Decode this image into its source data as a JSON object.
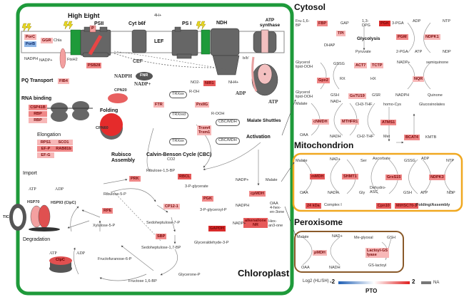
{
  "compartments": {
    "chloroplast": "Chloroplast",
    "cytosol": "Cytosol",
    "mitochondrion": "Mitochondrion",
    "peroxisome": "Peroxisome"
  },
  "colors": {
    "chloroplast_border": "#1e9a3a",
    "mitochondrion_border": "#f0a820",
    "peroxisome_border": "#8a5a2a",
    "low": "#1f5fb5",
    "high": "#e02020",
    "na": "#777777"
  },
  "chloroplast": {
    "high_light": "High Light",
    "membrane": {
      "psii": "PSII",
      "cytb6f": "Cyt b6f",
      "lef": "LEF",
      "psi": "PS I",
      "ndh": "NDH",
      "atp_synthase": "ATP synthase",
      "cef": "CEF",
      "bb": "b/b'",
      "h_plus_1": "4H+",
      "h_plus_2": "4H+",
      "p_label": "P",
      "d1_label": "D1"
    },
    "proteins": {
      "porc": "PorC",
      "porb": "PorB",
      "ggr": "GGR",
      "chla": "Chla",
      "ftsh2": "FtsH2",
      "psb28": "PSB28",
      "fib4": "FIB4",
      "fnr": "FNR",
      "nir1": "NIR1",
      "ftr": "FTR",
      "prxiig": "PrxIIG",
      "trxm4_trxm1": "Trxm4\nTrxm1",
      "cpmdh": "cpMDH",
      "alkenal_nr": "alkenal/one\nNR",
      "rbcl": "RBCL",
      "prk": "PRK",
      "pgk": "PGK",
      "cp12": "CP12-1",
      "rpe": "RPE",
      "sbp": "SBP",
      "gapdh": "GAPDH",
      "cpn20": "CPN20",
      "cpn60": "CPN60",
      "hsp70": "HSP70",
      "hsp93": "HSP93 (ClpC)",
      "clpc": "ClpC",
      "tic": "TIC"
    },
    "labels": {
      "pq_transport": "PQ Transport",
      "rna_binding": "RNA binding",
      "rna_boxes": [
        "CSP41B",
        "RBP",
        "RBP"
      ],
      "elongation": "Elongation",
      "elong_boxes": [
        "RPS1",
        "SCO1",
        "EF-P",
        "RAB81b",
        "EF-G"
      ],
      "folding": "Folding",
      "rubisco_assembly": "Rubisco Assembly",
      "import": "Import",
      "degradation": "Degradation",
      "cbc": "Calvin-Benson Cycle (CBC)",
      "activation": "Activation",
      "malate_shuttles": "Malate Shuttles",
      "nadph": "NADPH",
      "nadp": "NADP+",
      "adp": "ADP",
      "atp": "ATP",
      "no2": "NO2-",
      "nh4": "NH4+",
      "trx_ox1": "TRXox",
      "trx_red": "TRXred",
      "trx_ox2": "TRXox",
      "cbc_mdh1": "CBC/MDH",
      "cbc_mdh2": "CBC/MDH",
      "r_oh": "R-OH",
      "r_ooh": "R-OOH",
      "co2": "CO2",
      "rubp": "Ribulose-1,5-BP",
      "three_pg": "3-P-glycerate",
      "three_pgp": "3-P-glyceroyl-P",
      "g3p": "Glyceraldehyde-3-P",
      "ru5p": "Ribulose-5-P",
      "x5p": "Xylulose-5-P",
      "s7p": "Sedoheptulose-7-P",
      "sbp_met": "Sedoheptulose-1,7-BP",
      "f6p": "Fructofuranose-6-P",
      "fbp": "Fructose 1,6-BP",
      "glycerone": "Glycerone-P",
      "malate": "Malate",
      "oaa_hex": "OAA\n4-hex-\nen-3one",
      "hex3one": "Hex-\nan3-one",
      "nadph2": "NADPH",
      "nadp2": "NADP+"
    }
  },
  "cytosol": {
    "proteins": {
      "fbp": "FBP",
      "tpi": "TPI",
      "pgk": "PGK",
      "pgm": "PGM",
      "ndpk1": "NDPK1",
      "gpx2": "Gpx2",
      "act7": "ACT7",
      "tctp": "TCTP",
      "nqr": "NQR",
      "gstu19": "GsTU19",
      "cnmdh": "cNMDH",
      "mthfr1": "MTHFR1",
      "atms1": "ATMS1",
      "bcat4": "BCAT4"
    },
    "labels": {
      "fru16bp": "Fru-1,6-\nBP",
      "gap": "GAP",
      "dhap": "DHAP",
      "bpg": "1,3-\nDPG",
      "pga3": "3-PGA",
      "pga2": "2-PGA",
      "pyruvate": "Pyruvate",
      "glycolysis": "Glycolysis",
      "adp": "ADP",
      "ntp": "NTP",
      "atp": "ATP",
      "ndp": "NDP",
      "glyc_ooh": "Glycerol\nlipid-OOH",
      "gssg": "GSSG",
      "rx": "RX",
      "hx": "HX",
      "gsh": "GSH",
      "gsr": "GSR",
      "glyc_ooh2": "Glycerol\nlipid-OOH",
      "nadp": "NADP+",
      "semiquinone": "semiquinone",
      "nadph": "NADPH",
      "quinone": "Quinone",
      "malate": "Malate",
      "nad": "NAD+",
      "ch3thf": "CH3-THF",
      "homocys": "homo-Cys",
      "glucosinolates": "Glucosinolates",
      "oaa": "OAA",
      "nadh": "NADH",
      "ch2thf": "CH2-THF",
      "met": "Met",
      "kmtb": "KMTB"
    }
  },
  "mitochondrion": {
    "proteins": {
      "mmdh": "mMDH",
      "shmt1": "SHMT1",
      "grxs15": "GrxS15",
      "ndpk3": "NDPK3",
      "kda24": "24 kDa",
      "cpn10": "Cpn10",
      "mthsc": "MtHSC70-1"
    },
    "labels": {
      "malate": "Malate",
      "nad": "NAD+",
      "ser": "Ser",
      "oaa": "OAA",
      "nadh": "NADH",
      "gly": "Gly",
      "ascorbate": "Ascorbate",
      "gssg": "GSSG",
      "dehydro": "Dehydro-\nASC",
      "gsh": "GSH",
      "adp": "ADP",
      "ntp": "NTP",
      "atp": "ATP",
      "ndp": "NDP",
      "complex1": "Complex I",
      "folding": "Folding/Assembly"
    }
  },
  "peroxisome": {
    "proteins": {
      "pmdh": "pMDH",
      "lactoyl": "Lactoyl-GS\nlyase"
    },
    "labels": {
      "malate": "Malate",
      "nad": "NAD+",
      "oaa": "OAA",
      "nadh": "NADH",
      "meglyoxal": "Me-glyoxal",
      "gsh": "GSH",
      "gslactoyl": "GS-lactoyl"
    }
  },
  "legend": {
    "title": "Log2 (HL/SH)",
    "min": "-2",
    "max": "2",
    "na": "NA",
    "caption": "PTO",
    "range": [
      -2,
      2
    ]
  }
}
